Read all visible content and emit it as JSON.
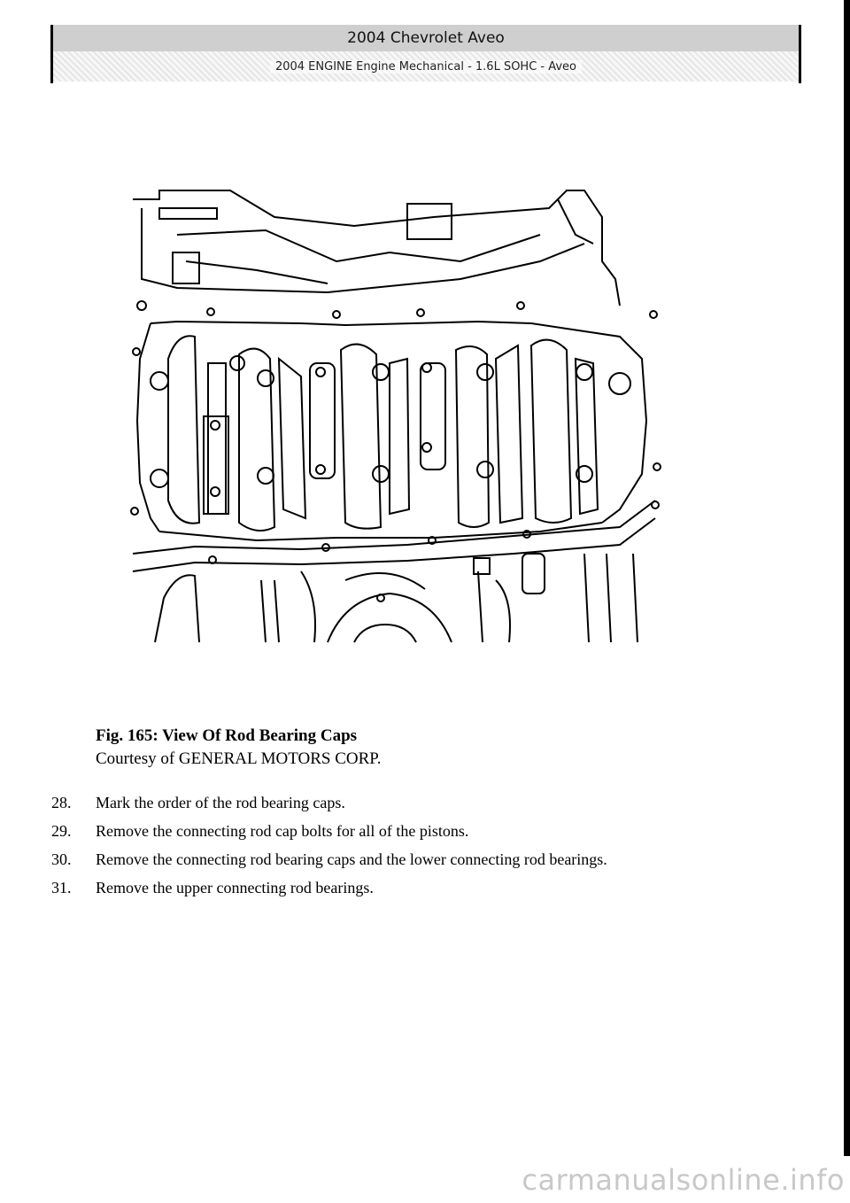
{
  "header": {
    "title": "2004 Chevrolet Aveo",
    "subtitle": "2004 ENGINE Engine Mechanical - 1.6L SOHC - Aveo"
  },
  "figure": {
    "caption_title": "Fig. 165: View Of Rod Bearing Caps",
    "caption_credit": "Courtesy of GENERAL MOTORS CORP."
  },
  "steps": [
    {
      "num": "28.",
      "text": "Mark the order of the rod bearing caps."
    },
    {
      "num": "29.",
      "text": "Remove the connecting rod cap bolts for all of the pistons."
    },
    {
      "num": "30.",
      "text": "Remove the connecting rod bearing caps and the lower connecting rod bearings."
    },
    {
      "num": "31.",
      "text": "Remove the upper connecting rod bearings."
    }
  ],
  "footer": {
    "watermark": "carmanualsonline.info"
  }
}
